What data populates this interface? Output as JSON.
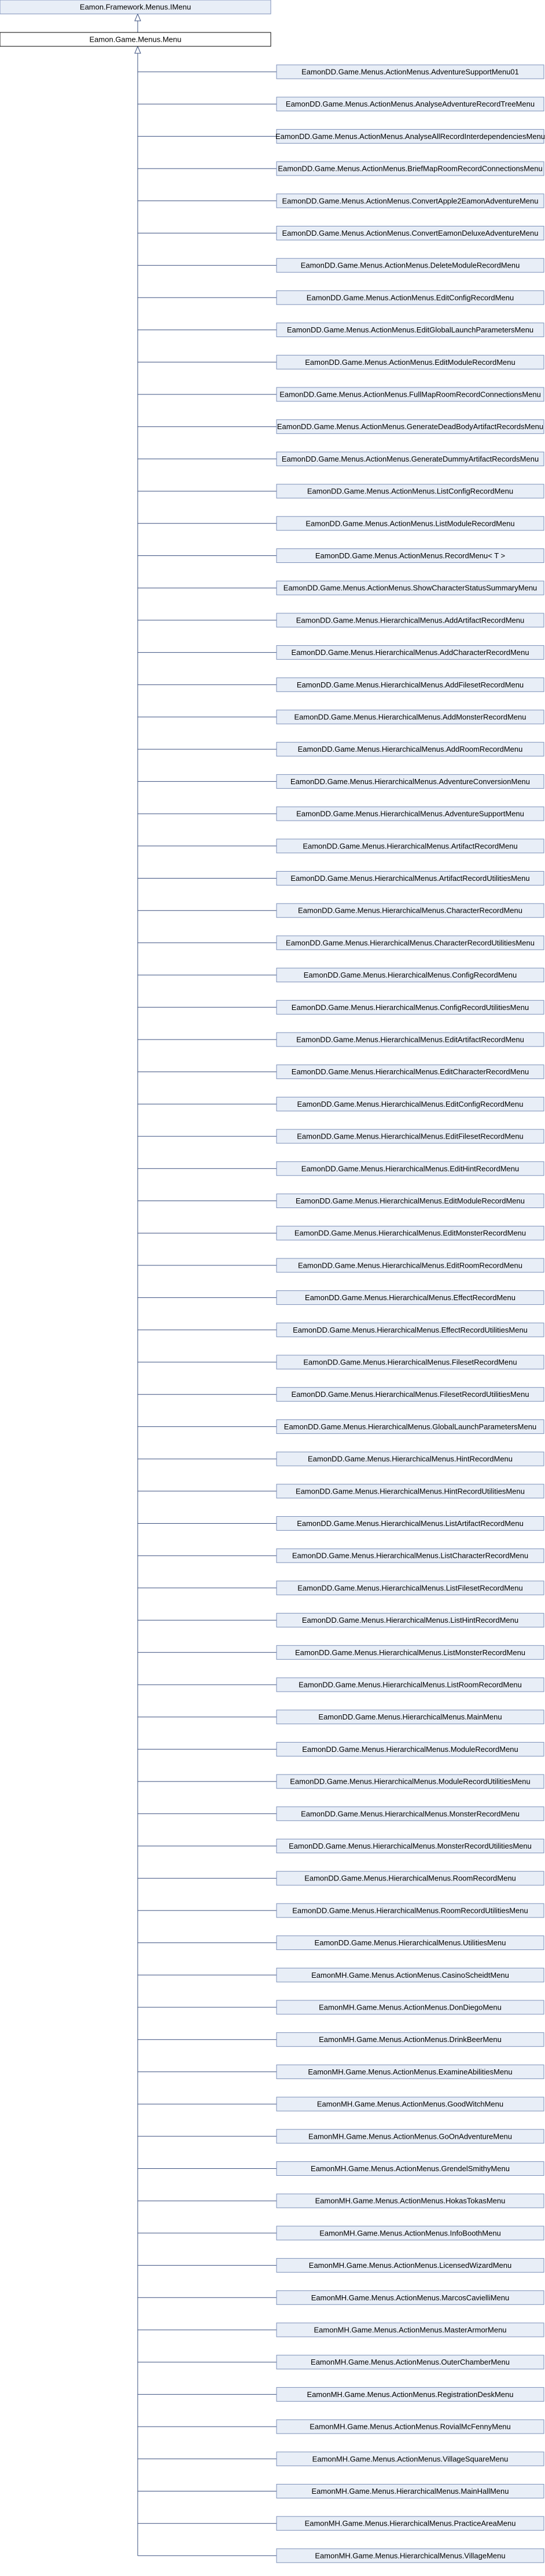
{
  "diagram": {
    "type": "class-inheritance",
    "base_interface": "Eamon.Framework.Menus.IMenu",
    "base_class": "Eamon.Game.Menus.Menu",
    "derived_classes": [
      "EamonDD.Game.Menus.ActionMenus.AdventureSupportMenu01",
      "EamonDD.Game.Menus.ActionMenus.AnalyseAdventureRecordTreeMenu",
      "EamonDD.Game.Menus.ActionMenus.AnalyseAllRecordInterdependenciesMenu",
      "EamonDD.Game.Menus.ActionMenus.BriefMapRoomRecordConnectionsMenu",
      "EamonDD.Game.Menus.ActionMenus.ConvertApple2EamonAdventureMenu",
      "EamonDD.Game.Menus.ActionMenus.ConvertEamonDeluxeAdventureMenu",
      "EamonDD.Game.Menus.ActionMenus.DeleteModuleRecordMenu",
      "EamonDD.Game.Menus.ActionMenus.EditConfigRecordMenu",
      "EamonDD.Game.Menus.ActionMenus.EditGlobalLaunchParametersMenu",
      "EamonDD.Game.Menus.ActionMenus.EditModuleRecordMenu",
      "EamonDD.Game.Menus.ActionMenus.FullMapRoomRecordConnectionsMenu",
      "EamonDD.Game.Menus.ActionMenus.GenerateDeadBodyArtifactRecordsMenu",
      "EamonDD.Game.Menus.ActionMenus.GenerateDummyArtifactRecordsMenu",
      "EamonDD.Game.Menus.ActionMenus.ListConfigRecordMenu",
      "EamonDD.Game.Menus.ActionMenus.ListModuleRecordMenu",
      "EamonDD.Game.Menus.ActionMenus.RecordMenu< T >",
      "EamonDD.Game.Menus.ActionMenus.ShowCharacterStatusSummaryMenu",
      "EamonDD.Game.Menus.HierarchicalMenus.AddArtifactRecordMenu",
      "EamonDD.Game.Menus.HierarchicalMenus.AddCharacterRecordMenu",
      "EamonDD.Game.Menus.HierarchicalMenus.AddFilesetRecordMenu",
      "EamonDD.Game.Menus.HierarchicalMenus.AddMonsterRecordMenu",
      "EamonDD.Game.Menus.HierarchicalMenus.AddRoomRecordMenu",
      "EamonDD.Game.Menus.HierarchicalMenus.AdventureConversionMenu",
      "EamonDD.Game.Menus.HierarchicalMenus.AdventureSupportMenu",
      "EamonDD.Game.Menus.HierarchicalMenus.ArtifactRecordMenu",
      "EamonDD.Game.Menus.HierarchicalMenus.ArtifactRecordUtilitiesMenu",
      "EamonDD.Game.Menus.HierarchicalMenus.CharacterRecordMenu",
      "EamonDD.Game.Menus.HierarchicalMenus.CharacterRecordUtilitiesMenu",
      "EamonDD.Game.Menus.HierarchicalMenus.ConfigRecordMenu",
      "EamonDD.Game.Menus.HierarchicalMenus.ConfigRecordUtilitiesMenu",
      "EamonDD.Game.Menus.HierarchicalMenus.EditArtifactRecordMenu",
      "EamonDD.Game.Menus.HierarchicalMenus.EditCharacterRecordMenu",
      "EamonDD.Game.Menus.HierarchicalMenus.EditConfigRecordMenu",
      "EamonDD.Game.Menus.HierarchicalMenus.EditFilesetRecordMenu",
      "EamonDD.Game.Menus.HierarchicalMenus.EditHintRecordMenu",
      "EamonDD.Game.Menus.HierarchicalMenus.EditModuleRecordMenu",
      "EamonDD.Game.Menus.HierarchicalMenus.EditMonsterRecordMenu",
      "EamonDD.Game.Menus.HierarchicalMenus.EditRoomRecordMenu",
      "EamonDD.Game.Menus.HierarchicalMenus.EffectRecordMenu",
      "EamonDD.Game.Menus.HierarchicalMenus.EffectRecordUtilitiesMenu",
      "EamonDD.Game.Menus.HierarchicalMenus.FilesetRecordMenu",
      "EamonDD.Game.Menus.HierarchicalMenus.FilesetRecordUtilitiesMenu",
      "EamonDD.Game.Menus.HierarchicalMenus.GlobalLaunchParametersMenu",
      "EamonDD.Game.Menus.HierarchicalMenus.HintRecordMenu",
      "EamonDD.Game.Menus.HierarchicalMenus.HintRecordUtilitiesMenu",
      "EamonDD.Game.Menus.HierarchicalMenus.ListArtifactRecordMenu",
      "EamonDD.Game.Menus.HierarchicalMenus.ListCharacterRecordMenu",
      "EamonDD.Game.Menus.HierarchicalMenus.ListFilesetRecordMenu",
      "EamonDD.Game.Menus.HierarchicalMenus.ListHintRecordMenu",
      "EamonDD.Game.Menus.HierarchicalMenus.ListMonsterRecordMenu",
      "EamonDD.Game.Menus.HierarchicalMenus.ListRoomRecordMenu",
      "EamonDD.Game.Menus.HierarchicalMenus.MainMenu",
      "EamonDD.Game.Menus.HierarchicalMenus.ModuleRecordMenu",
      "EamonDD.Game.Menus.HierarchicalMenus.ModuleRecordUtilitiesMenu",
      "EamonDD.Game.Menus.HierarchicalMenus.MonsterRecordMenu",
      "EamonDD.Game.Menus.HierarchicalMenus.MonsterRecordUtilitiesMenu",
      "EamonDD.Game.Menus.HierarchicalMenus.RoomRecordMenu",
      "EamonDD.Game.Menus.HierarchicalMenus.RoomRecordUtilitiesMenu",
      "EamonDD.Game.Menus.HierarchicalMenus.UtilitiesMenu",
      "EamonMH.Game.Menus.ActionMenus.CasinoScheidtMenu",
      "EamonMH.Game.Menus.ActionMenus.DonDiegoMenu",
      "EamonMH.Game.Menus.ActionMenus.DrinkBeerMenu",
      "EamonMH.Game.Menus.ActionMenus.ExamineAbilitiesMenu",
      "EamonMH.Game.Menus.ActionMenus.GoodWitchMenu",
      "EamonMH.Game.Menus.ActionMenus.GoOnAdventureMenu",
      "EamonMH.Game.Menus.ActionMenus.GrendelSmithyMenu",
      "EamonMH.Game.Menus.ActionMenus.HokasTokasMenu",
      "EamonMH.Game.Menus.ActionMenus.InfoBoothMenu",
      "EamonMH.Game.Menus.ActionMenus.LicensedWizardMenu",
      "EamonMH.Game.Menus.ActionMenus.MarcosCavielliMenu",
      "EamonMH.Game.Menus.ActionMenus.MasterArmorMenu",
      "EamonMH.Game.Menus.ActionMenus.OuterChamberMenu",
      "EamonMH.Game.Menus.ActionMenus.RegistrationDeskMenu",
      "EamonMH.Game.Menus.ActionMenus.RovialMcFennyMenu",
      "EamonMH.Game.Menus.ActionMenus.VillageSquareMenu",
      "EamonMH.Game.Menus.HierarchicalMenus.MainHallMenu",
      "EamonMH.Game.Menus.HierarchicalMenus.PracticeAreaMenu",
      "EamonMH.Game.Menus.HierarchicalMenus.VillageMenu"
    ],
    "colors": {
      "node_fill": "#e8eef7",
      "node_border": "#7b8fb8",
      "base_fill": "#ffffff",
      "base_border": "#000000",
      "edge": "#3a4f7f",
      "text": "#000000"
    }
  }
}
